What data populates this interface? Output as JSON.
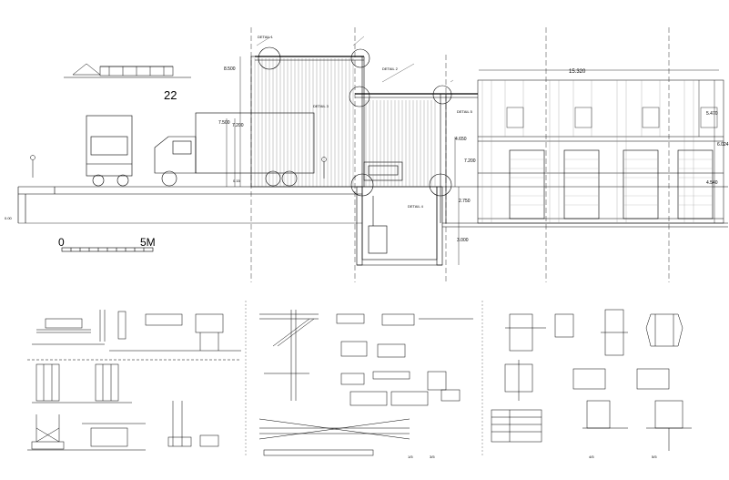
{
  "section": {
    "sheet_number": "22",
    "scale_start": "0",
    "scale_end": "5M",
    "dimensions": {
      "overall_length": "15.320",
      "dim_8500": "8.500",
      "dim_7500": "7.500",
      "dim_7200": "7.200",
      "dim_5470": "5.470",
      "dim_4650": "4.650",
      "dim_2750": "2.750",
      "dim_3000": "3.000",
      "dim_6024": "6.024",
      "dim_4540": "4.540",
      "level_left": "0.00",
      "dim_015": "0.15"
    },
    "detail_callouts": [
      "DETAIL 1",
      "DETAIL 2",
      "DETAIL 3",
      "DETAIL 4",
      "DETAIL 5"
    ]
  },
  "detail_sheets": {
    "sheet_marks": [
      "1/5",
      "3/5",
      "4/5",
      "5/5"
    ]
  },
  "colors": {
    "line": "#000000",
    "background": "#ffffff",
    "hatch": "#555555"
  }
}
